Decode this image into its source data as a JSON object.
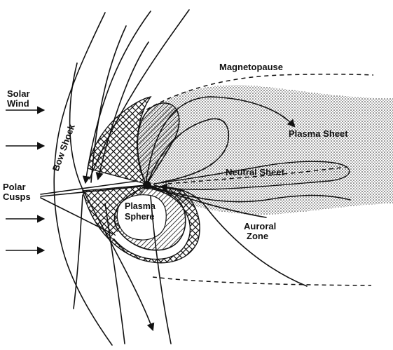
{
  "labels": {
    "solar_wind": [
      "Solar",
      "Wind"
    ],
    "bow_shock": "Bow Shock",
    "polar_cusps": [
      "Polar",
      "Cusps"
    ],
    "magnetopause": "Magnetopause",
    "plasma_sheet": "Plasma Sheet",
    "neutral_sheet": "Neutral Sheet",
    "plasma_sphere": [
      "Plasma",
      "Sphere"
    ],
    "auroral_zone": [
      "Auroral",
      "Zone"
    ]
  },
  "colors": {
    "ink": "#111111",
    "background": "#ffffff"
  }
}
